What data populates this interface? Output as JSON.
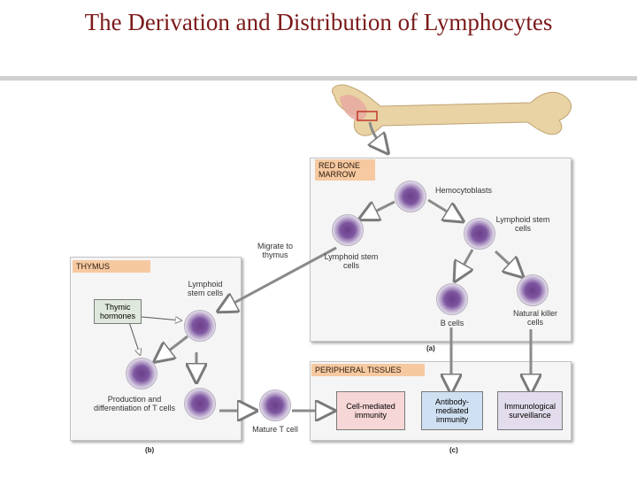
{
  "title": "The Derivation and Distribution of Lymphocytes",
  "red_bone_marrow": {
    "tag": "RED BONE MARROW",
    "hemocytoblasts": "Hemocytoblasts",
    "lymphoid_stem_cells_right": "Lymphoid stem cells",
    "lymphoid_stem_cells_center": "Lymphoid stem cells",
    "b_cells": "B cells",
    "nk_cells": "Natural killer cells",
    "caption": "(a)"
  },
  "migrate": "Migrate to thymus",
  "thymus": {
    "tag": "THYMUS",
    "lymphoid_stem_cells": "Lymphoid stem cells",
    "thymic_hormones": "Thymic hormones",
    "production": "Production and differentiation of T cells",
    "caption": "(b)"
  },
  "mature_t_cell": "Mature T cell",
  "peripheral": {
    "tag": "PERIPHERAL TISSUES",
    "cell_mediated": "Cell-mediated immunity",
    "antibody": "Antibody-mediated immunity",
    "surveillance": "Immunological surveillance",
    "caption": "(c)"
  },
  "colors": {
    "title": "#7b1a1a",
    "tag": "#f6c9a0",
    "bone": "#e9d3a4",
    "marrow": "#e8a9a0",
    "arrow": "#8a8a8a"
  }
}
